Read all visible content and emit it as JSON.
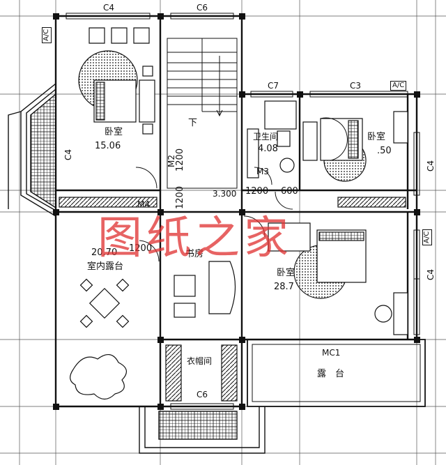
{
  "windows": {
    "top_left": "C4",
    "top_mid": "C6",
    "c7": "C7",
    "c3": "C3",
    "left_vertical": "C4",
    "right_upper": "C4",
    "right_lower": "C4",
    "bottom": "C6"
  },
  "ac_labels": [
    "A/C",
    "A/C",
    "A/C"
  ],
  "doors": {
    "m2": "M2",
    "m3": "M3",
    "m4": "M4",
    "mc1": "MC1"
  },
  "rooms": {
    "bedroom1": {
      "name": "卧室",
      "area": "15.06"
    },
    "bathroom": {
      "name": "卫生间",
      "area": "4.08"
    },
    "bedroom2": {
      "name": "卧室",
      "area": ".50"
    },
    "terrace_indoor": {
      "area": "20.70",
      "name": "室内露台"
    },
    "study": {
      "name": "书房"
    },
    "bedroom3": {
      "name": "卧室",
      "area": "28.7"
    },
    "wardrobe": {
      "name": "衣帽间"
    },
    "balcony": {
      "name": "露　台"
    }
  },
  "dimensions": {
    "d1200_a": "1200",
    "d1200_b": "1200",
    "d1200_c": "1200",
    "d600": "600",
    "d1200_d": "1200",
    "elev": "3.300"
  },
  "stair_label": "下",
  "watermark": "图纸之家"
}
